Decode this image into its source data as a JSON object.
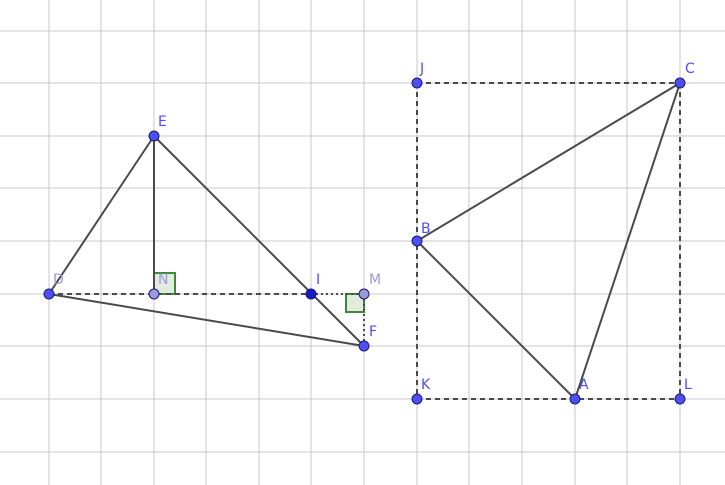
{
  "colors": {
    "point": "#4f4ff0",
    "point_light": "#9b9bd8",
    "point_intersection": "#1a1acc",
    "point_stroke": "#1a1a7a",
    "label": "#4f4ff0",
    "label_light": "#9b9bd8",
    "segment": "#4a4a4a",
    "right_angle": "#3a8a3a"
  },
  "points": [
    {
      "name": "E",
      "label": "E"
    },
    {
      "name": "D",
      "label": "D"
    },
    {
      "name": "N",
      "label": "N"
    },
    {
      "name": "I",
      "label": "I"
    },
    {
      "name": "M",
      "label": "M"
    },
    {
      "name": "F",
      "label": "F"
    },
    {
      "name": "J",
      "label": "J"
    },
    {
      "name": "C",
      "label": "C"
    },
    {
      "name": "B",
      "label": "B"
    },
    {
      "name": "K",
      "label": "K"
    },
    {
      "name": "A",
      "label": "A"
    },
    {
      "name": "L",
      "label": "L"
    }
  ]
}
